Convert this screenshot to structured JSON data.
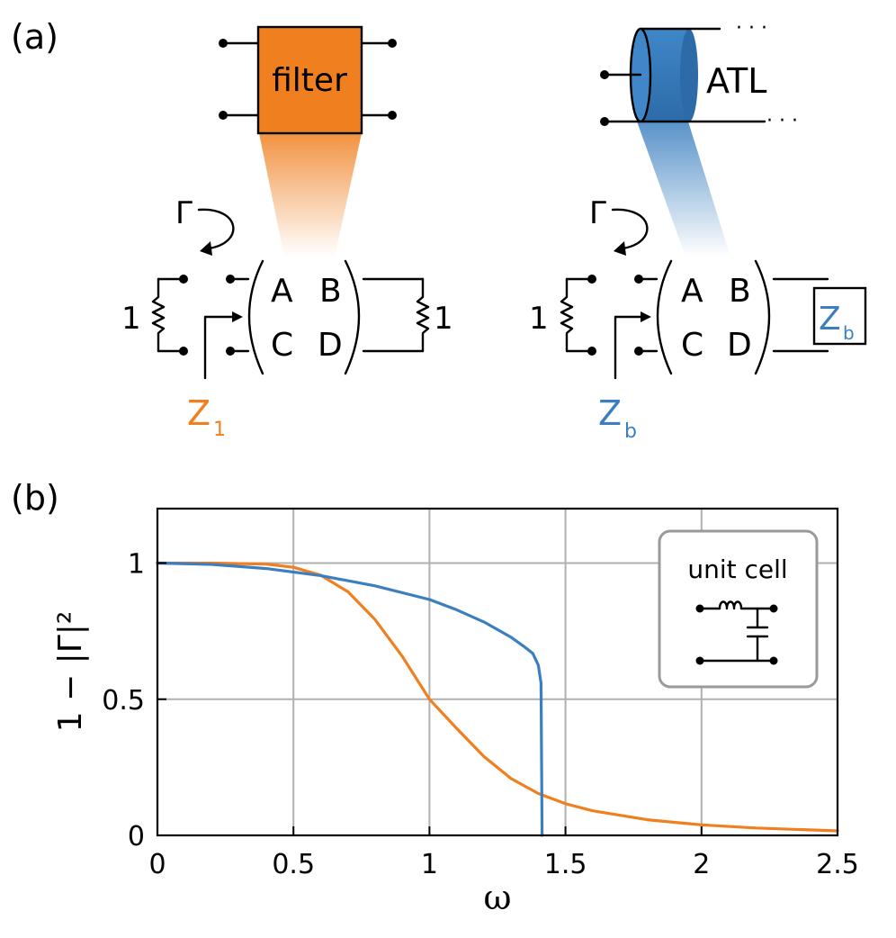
{
  "panel_a": {
    "label": "(a)",
    "filter_label": "filter",
    "atl_label": "ATL",
    "ellipsis": "· · ·",
    "gamma": "Γ",
    "resistor_value": "1",
    "matrix": {
      "A": "A",
      "B": "B",
      "C": "C",
      "D": "D"
    },
    "z1_main": "Z",
    "z1_sub": "1",
    "zb_main": "Z",
    "zb_sub": "b",
    "colors": {
      "filter": "#f07f20",
      "atl": "#3b7fc0",
      "z1": "#f07f20",
      "zb": "#3b7fc0"
    }
  },
  "panel_b": {
    "label": "(b)",
    "inset_label": "unit cell"
  },
  "chart_data": {
    "type": "line",
    "xlabel": "ω",
    "ylabel": "1 − |Γ|²",
    "xlim": [
      0,
      2.5
    ],
    "ylim": [
      0,
      1.2
    ],
    "xticks": [
      0,
      0.5,
      1,
      1.5,
      2,
      2.5
    ],
    "xtick_labels": [
      "0",
      "0.5",
      "1",
      "1.5",
      "2",
      "2.5"
    ],
    "yticks": [
      0,
      0.5,
      1
    ],
    "ytick_labels": [
      "0",
      "0.5",
      "1"
    ],
    "grid": true,
    "series": [
      {
        "color": "#f07f20",
        "x": [
          0,
          0.2,
          0.4,
          0.5,
          0.6,
          0.7,
          0.8,
          0.9,
          1.0,
          1.1,
          1.2,
          1.3,
          1.4,
          1.5,
          1.6,
          1.8,
          2.0,
          2.2,
          2.5
        ],
        "y": [
          1.0,
          0.9999,
          0.9959,
          0.9846,
          0.9556,
          0.8948,
          0.7923,
          0.6571,
          0.5,
          0.3931,
          0.2895,
          0.2085,
          0.1538,
          0.1165,
          0.0901,
          0.0575,
          0.0386,
          0.0271,
          0.0164
        ]
      },
      {
        "color": "#3b7fc0",
        "x": [
          0,
          0.2,
          0.4,
          0.6,
          0.8,
          1.0,
          1.1,
          1.2,
          1.3,
          1.35,
          1.38,
          1.4,
          1.41,
          1.414
        ],
        "y": [
          1.0,
          0.995,
          0.9798,
          0.9539,
          0.9165,
          0.866,
          0.8285,
          0.7837,
          0.7276,
          0.6919,
          0.6682,
          0.625,
          0.56,
          0.0
        ]
      }
    ]
  }
}
